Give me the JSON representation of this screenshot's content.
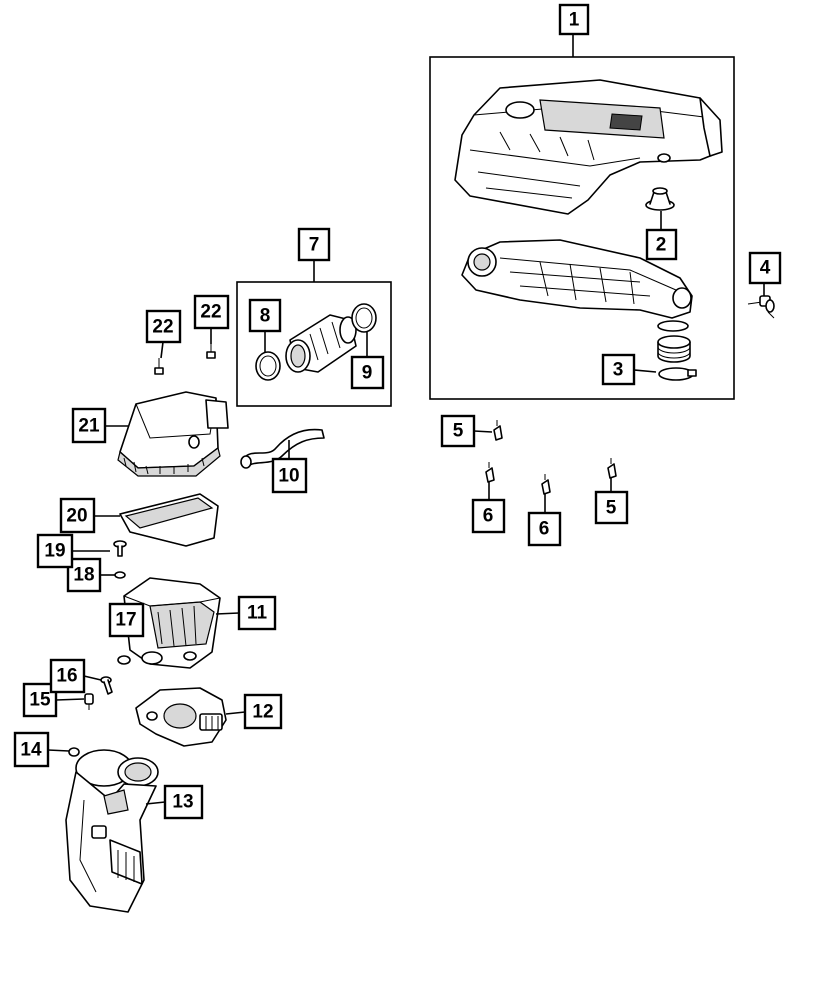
{
  "callouts": {
    "c1": "1",
    "c2": "2",
    "c3": "3",
    "c4": "4",
    "c5a": "5",
    "c5b": "5",
    "c6a": "6",
    "c6b": "6",
    "c7": "7",
    "c8": "8",
    "c9": "9",
    "c10": "10",
    "c11": "11",
    "c12": "12",
    "c13": "13",
    "c14": "14",
    "c15": "15",
    "c16": "16",
    "c17": "17",
    "c18": "18",
    "c19": "19",
    "c20": "20",
    "c21": "21",
    "c22a": "22",
    "c22b": "22"
  },
  "parts": {
    "p1": "engine-cover-assembly",
    "p2": "grommet",
    "p3": "coupler-hose-clamp",
    "p4": "sensor",
    "p5": "clip",
    "p6": "clip",
    "p7": "clean-air-duct-kit",
    "p8": "clamp",
    "p9": "clamp",
    "p10": "hose",
    "p11": "air-cleaner-housing",
    "p12": "bracket",
    "p13": "air-inlet-duct",
    "p14": "nut",
    "p15": "sensor",
    "p16": "bolt",
    "p17": "grommet",
    "p18": "nut",
    "p19": "bolt",
    "p20": "air-filter-element",
    "p21": "air-cleaner-cover",
    "p22": "screw"
  }
}
